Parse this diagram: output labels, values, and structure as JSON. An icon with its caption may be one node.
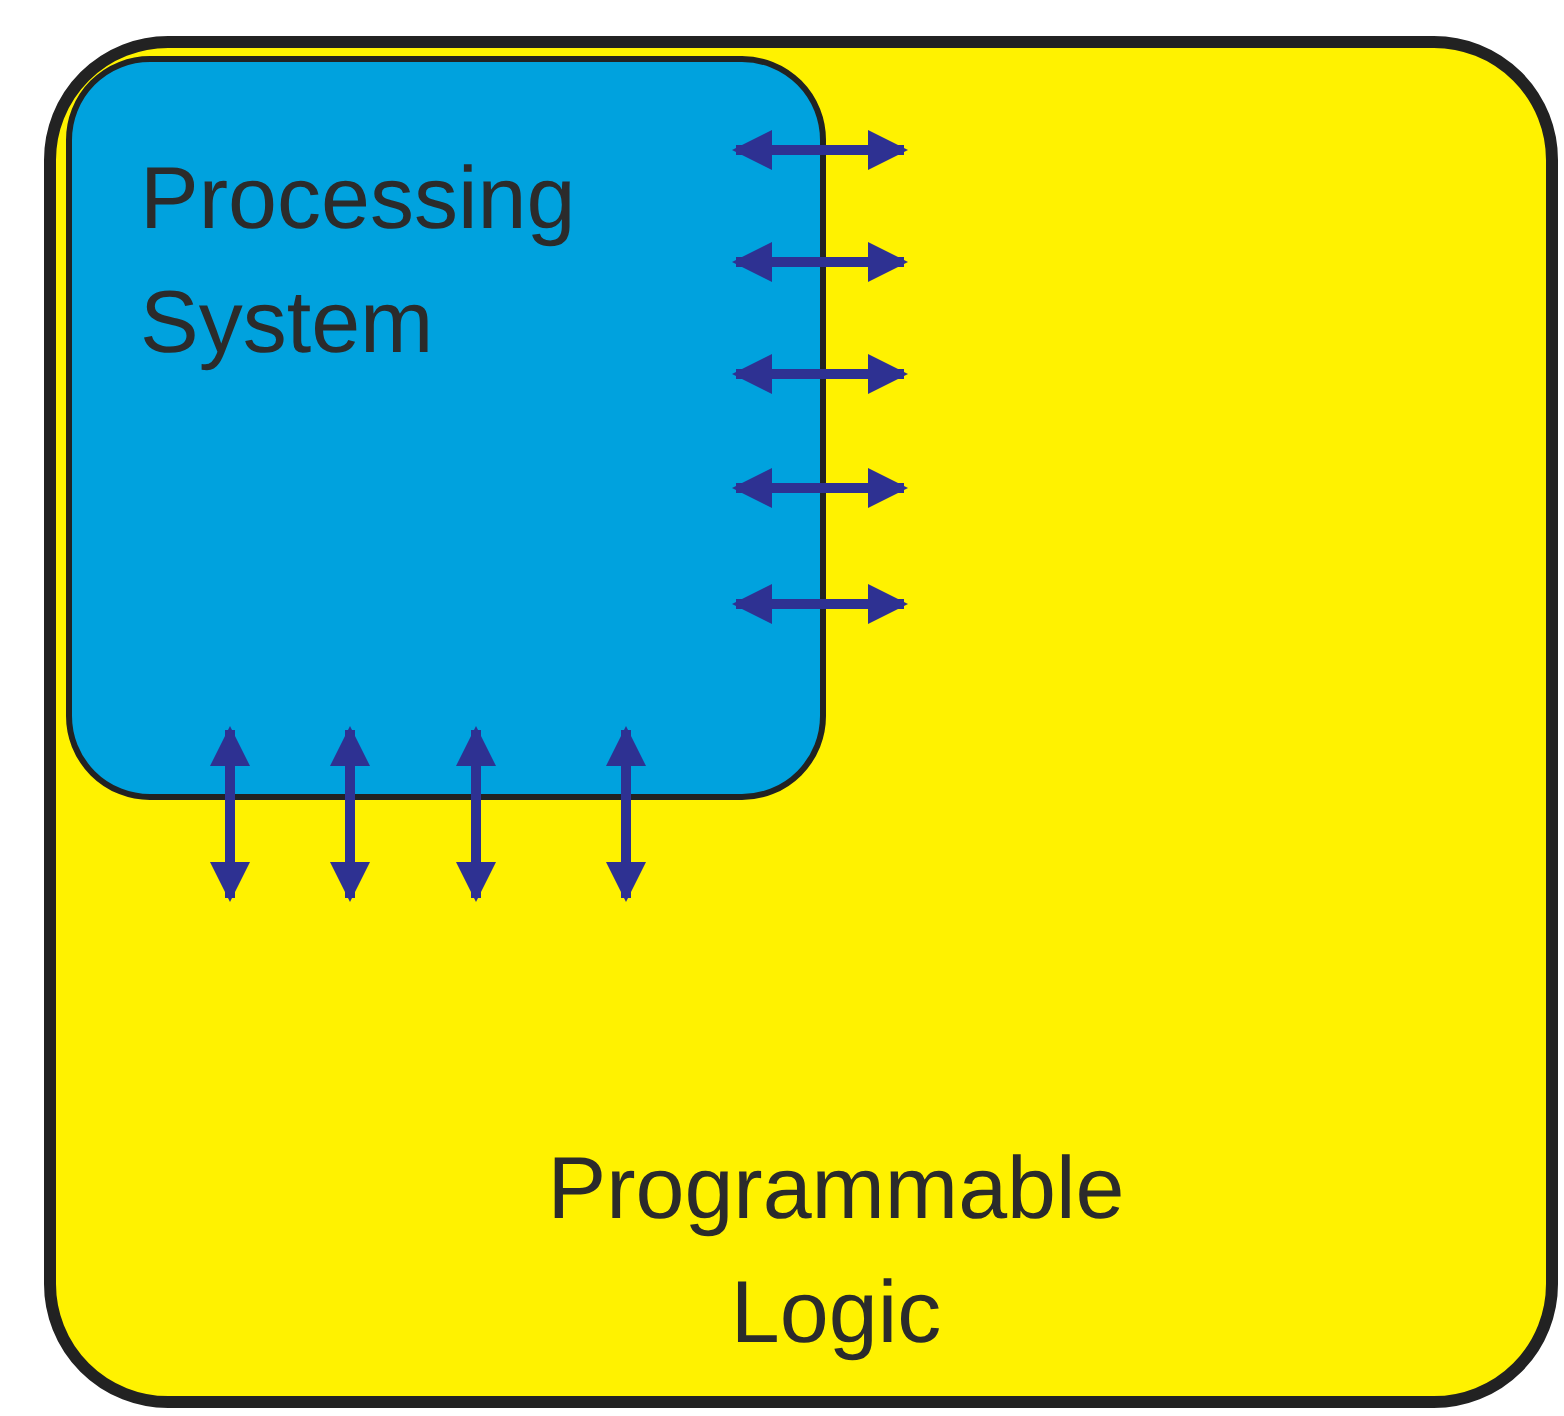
{
  "diagram": {
    "nodes": [
      {
        "text": [
          "Programmable Logic"
        ]
      },
      {
        "text": [
          "Processing System"
        ],
        "in": 0
      }
    ]
  }
}
